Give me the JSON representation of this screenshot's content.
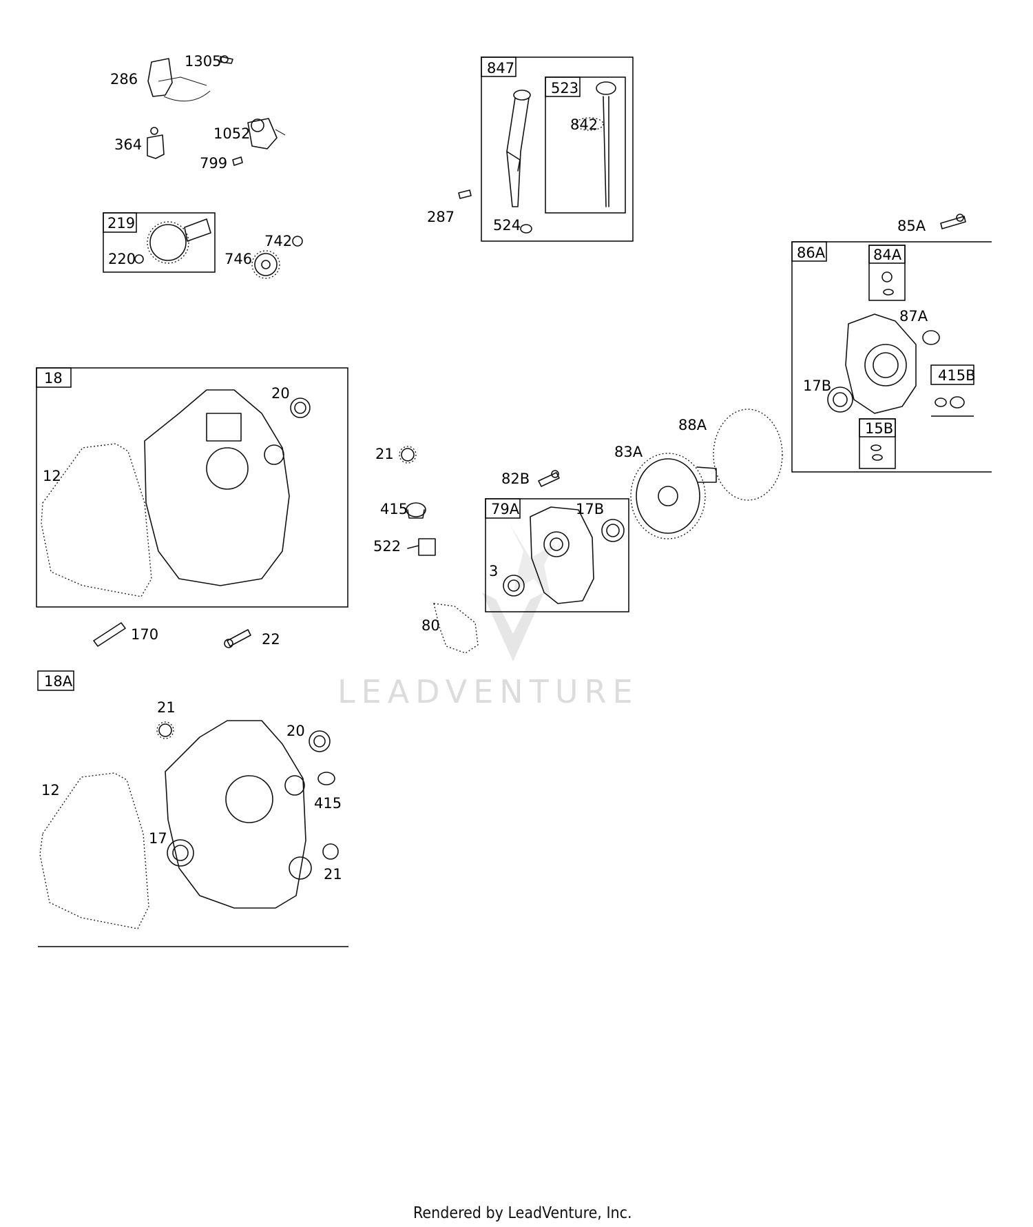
{
  "labels": {
    "p286": "286",
    "p1305": "1305",
    "p364": "364",
    "p1052": "1052",
    "p799": "799",
    "p219": "219",
    "p220": "220",
    "p746": "746",
    "p742": "742",
    "p847": "847",
    "p523": "523",
    "p842": "842",
    "p287": "287",
    "p524": "524",
    "p85A": "85A",
    "p86A": "86A",
    "p84A": "84A",
    "p87A": "87A",
    "p415B": "415B",
    "p17B_r": "17B",
    "p15B": "15B",
    "p18": "18",
    "p20": "20",
    "p12": "12",
    "p170": "170",
    "p22": "22",
    "p21_mid": "21",
    "p415_mid": "415",
    "p522": "522",
    "p82B": "82B",
    "p79A": "79A",
    "p17B_mid": "17B",
    "p3": "3",
    "p80": "80",
    "p83A": "83A",
    "p88A": "88A",
    "p18A": "18A",
    "p21_a": "21",
    "p20_a": "20",
    "p12_a": "12",
    "p415_a": "415",
    "p17_a": "17",
    "p21_b": "21"
  },
  "watermark": "LEADVENTURE",
  "footer": "Rendered by LeadVenture, Inc."
}
